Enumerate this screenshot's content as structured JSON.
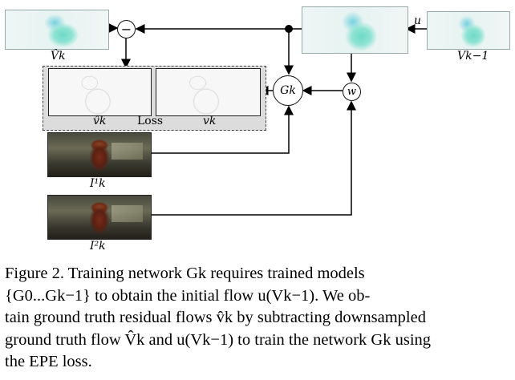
{
  "labels": {
    "v_hat_k": "V̂k",
    "v_k_minus_1": "Vk−1",
    "u": "u",
    "residual_hat": "v̂k",
    "loss": "Loss",
    "residual": "vk",
    "g_k": "Gk",
    "w": "w",
    "frame1": "I¹k",
    "frame2": "I²k",
    "minus": "−"
  },
  "caption": {
    "line1": "Figure 2.  Training network  Gk  requires  trained  models",
    "line2": "{G0...Gk−1}  to  obtain  the  initial  flow  u(Vk−1).   We ob-",
    "line3": "tain ground truth residual flows v̂k by subtracting downsampled",
    "line4": "ground truth flow V̂k and u(Vk−1) to train the network Gk using",
    "line5": "the EPE loss."
  }
}
